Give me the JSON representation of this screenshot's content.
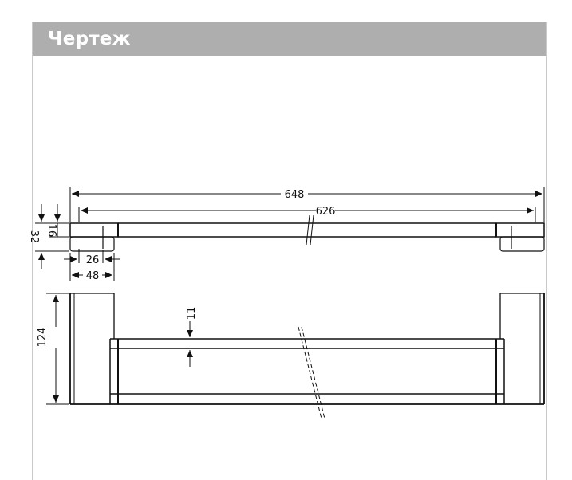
{
  "panel": {
    "title": "Чертеж"
  },
  "dimensions": {
    "overall_length": "648",
    "center_length": "626",
    "total_height_top": "32",
    "bar_thickness": "16",
    "inner_width": "26",
    "bracket_depth": "48",
    "front_height": "124",
    "bar_gap": "11"
  },
  "colors": {
    "header_bg": "#aeaeae",
    "header_text": "#ffffff",
    "line": "#111111"
  }
}
